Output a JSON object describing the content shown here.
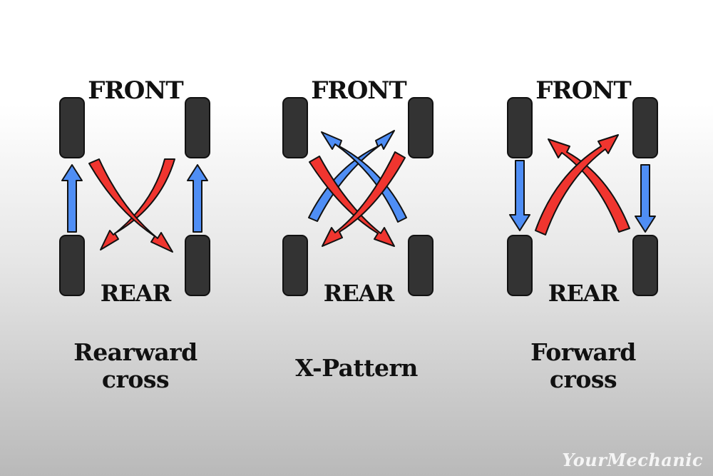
{
  "diagrams": [
    {
      "front_label": "FRONT",
      "rear_label": "REAR",
      "caption": [
        "Rearward",
        "cross"
      ],
      "pattern": "rearward-cross"
    },
    {
      "front_label": "FRONT",
      "rear_label": "REAR",
      "caption": [
        "X-Pattern"
      ],
      "pattern": "x-pattern"
    },
    {
      "front_label": "FRONT",
      "rear_label": "REAR",
      "caption": [
        "Forward",
        "cross"
      ],
      "pattern": "forward-cross"
    }
  ],
  "colors": {
    "red_arrow": "#f0352f",
    "blue_arrow": "#4f8ef5",
    "tire": "#333333",
    "outline": "#111111"
  },
  "watermark": "YourMechanic"
}
